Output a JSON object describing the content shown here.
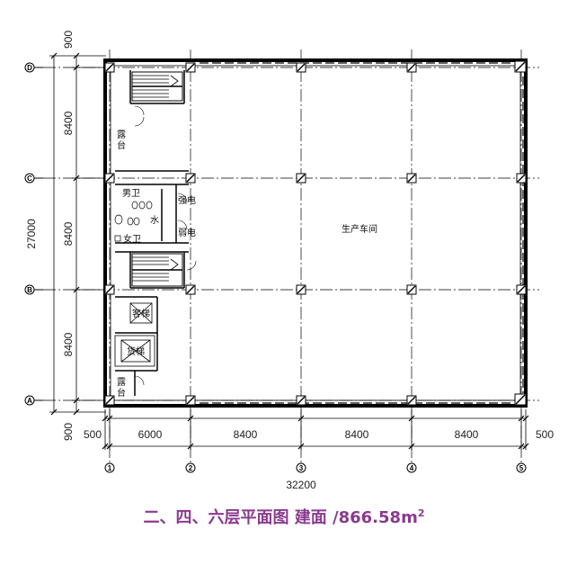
{
  "caption": {
    "title": "二、四、六层平面图 建面 /866.58",
    "unit": "m",
    "exponent": "2"
  },
  "vertical_dims": {
    "overall": "27000",
    "segments": [
      "900",
      "8400",
      "8400",
      "8400",
      "900"
    ]
  },
  "horizontal_dims": {
    "overall": "32200",
    "segments": [
      "500",
      "6000",
      "8400",
      "8400",
      "8400",
      "500"
    ]
  },
  "axes": {
    "columns": [
      "1",
      "2",
      "3",
      "4",
      "5"
    ],
    "rows": [
      "D",
      "C",
      "B",
      "A"
    ]
  },
  "rooms": {
    "terrace_top_1": "露",
    "terrace_top_2": "台",
    "mens_wc": "男卫",
    "womens_wc": "女卫",
    "water": "水",
    "strong_current": "强电",
    "weak_current": "弱电",
    "workshop": "生产车间",
    "passenger_lift": "客梯",
    "freight_lift": "货梯",
    "terrace_bottom_1": "露",
    "terrace_bottom_2": "台"
  },
  "colors": {
    "caption": "#8a3a8e",
    "lines": "#000000"
  }
}
